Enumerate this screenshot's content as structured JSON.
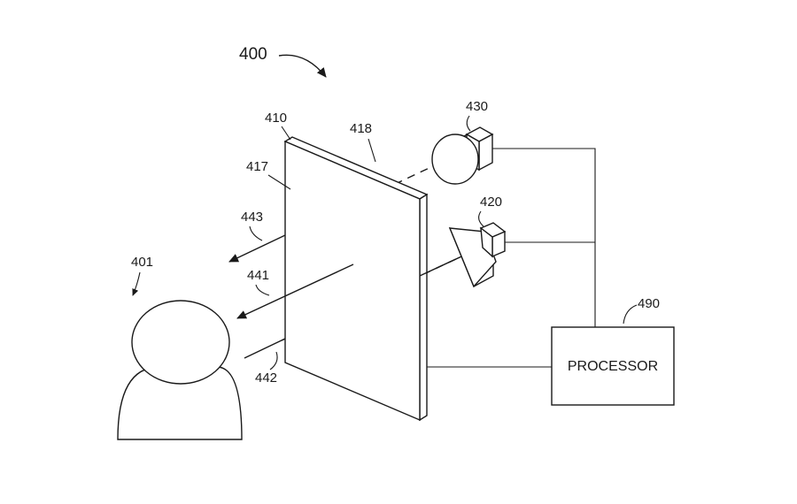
{
  "figure": {
    "reference": "400"
  },
  "labels": {
    "user": "401",
    "panel": "410",
    "panel_front_surface": "417",
    "panel_back_surface": "418",
    "projector": "420",
    "camera": "430",
    "ray_441": "441",
    "ray_442": "442",
    "ray_443": "443",
    "processor_ref": "490"
  },
  "processor": {
    "label": "PROCESSOR"
  }
}
